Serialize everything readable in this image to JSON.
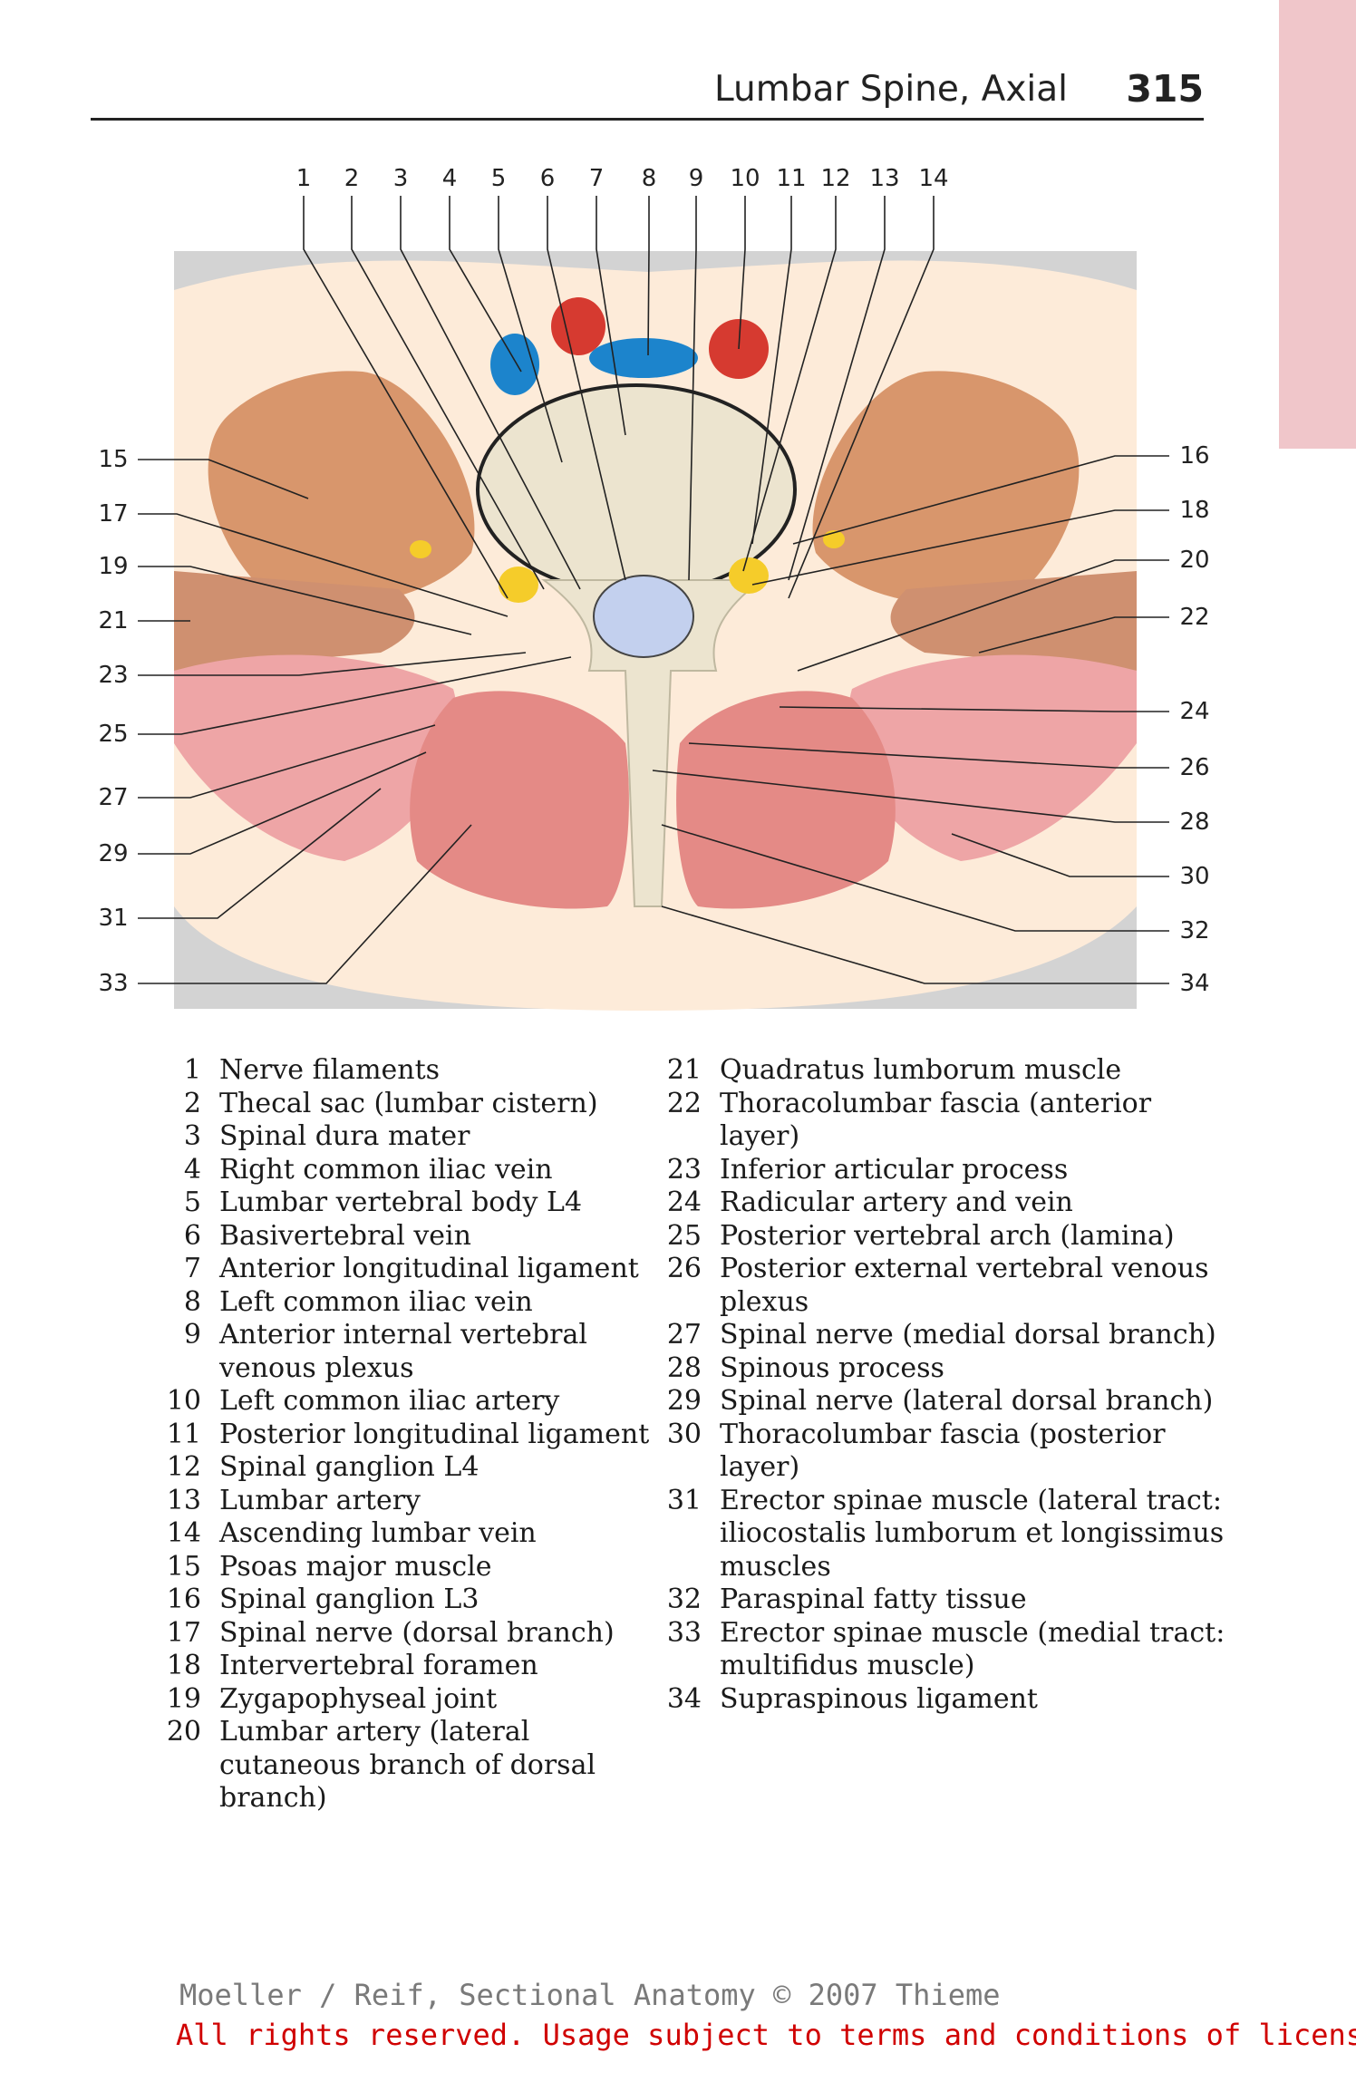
{
  "header": {
    "title": "Lumbar Spine, Axial",
    "page_number": "315"
  },
  "figure": {
    "top_numbers": [
      "1",
      "2",
      "3",
      "4",
      "5",
      "6",
      "7",
      "8",
      "9",
      "10",
      "11",
      "12",
      "13",
      "14"
    ],
    "left_numbers": [
      "15",
      "17",
      "19",
      "21",
      "23",
      "25",
      "27",
      "29",
      "31",
      "33"
    ],
    "right_numbers": [
      "16",
      "18",
      "20",
      "22",
      "24",
      "26",
      "28",
      "30",
      "32",
      "34"
    ],
    "colors": {
      "background": "#d3d3d3",
      "skin": "#fdebd9",
      "psoas": "#d8966c",
      "erector": "#e48a86",
      "quadratus": "#eea5a6",
      "bone": "#ece4cf",
      "thecal_sac": "#c3d0ee",
      "vein": "#1c84cc",
      "artery": "#d63a30",
      "nerve": "#f5cc2a"
    }
  },
  "legend": {
    "left": [
      {
        "n": "1",
        "text": "Nerve filaments"
      },
      {
        "n": "2",
        "text": "Thecal sac (lumbar cistern)"
      },
      {
        "n": "3",
        "text": "Spinal dura mater"
      },
      {
        "n": "4",
        "text": "Right common iliac vein"
      },
      {
        "n": "5",
        "text": "Lumbar vertebral body L4"
      },
      {
        "n": "6",
        "text": "Basivertebral vein"
      },
      {
        "n": "7",
        "text": "Anterior longitudinal ligament"
      },
      {
        "n": "8",
        "text": "Left common iliac vein"
      },
      {
        "n": "9",
        "text": "Anterior internal vertebral venous plexus"
      },
      {
        "n": "10",
        "text": "Left common iliac artery"
      },
      {
        "n": "11",
        "text": "Posterior longitudinal ligament"
      },
      {
        "n": "12",
        "text": "Spinal ganglion L4"
      },
      {
        "n": "13",
        "text": "Lumbar artery"
      },
      {
        "n": "14",
        "text": "Ascending lumbar vein"
      },
      {
        "n": "15",
        "text": "Psoas major muscle"
      },
      {
        "n": "16",
        "text": "Spinal ganglion L3"
      },
      {
        "n": "17",
        "text": "Spinal nerve (dorsal branch)"
      },
      {
        "n": "18",
        "text": "Intervertebral foramen"
      },
      {
        "n": "19",
        "text": "Zygapophyseal joint"
      },
      {
        "n": "20",
        "text": "Lumbar artery (lateral cutaneous branch of dorsal branch)"
      }
    ],
    "right": [
      {
        "n": "21",
        "text": "Quadratus lumborum muscle"
      },
      {
        "n": "22",
        "text": "Thoracolumbar fascia (anterior layer)"
      },
      {
        "n": "23",
        "text": "Inferior articular process"
      },
      {
        "n": "24",
        "text": "Radicular artery and vein"
      },
      {
        "n": "25",
        "text": "Posterior vertebral arch (lamina)"
      },
      {
        "n": "26",
        "text": "Posterior external vertebral venous plexus"
      },
      {
        "n": "27",
        "text": "Spinal nerve (medial dorsal branch)"
      },
      {
        "n": "28",
        "text": "Spinous process"
      },
      {
        "n": "29",
        "text": "Spinal nerve (lateral dorsal branch)"
      },
      {
        "n": "30",
        "text": "Thoracolumbar fascia (posterior layer)"
      },
      {
        "n": "31",
        "text": "Erector spinae muscle (lateral tract: iliocostalis lumborum et longissimus muscles"
      },
      {
        "n": "32",
        "text": "Paraspinal fatty tissue"
      },
      {
        "n": "33",
        "text": "Erector spinae muscle (medial tract: multifidus muscle)"
      },
      {
        "n": "34",
        "text": "Supraspinous ligament"
      }
    ]
  },
  "footer": {
    "credit": "Moeller / Reif, Sectional Anatomy © 2007 Thieme",
    "rights": "All rights reserved. Usage subject to terms and conditions of license."
  }
}
